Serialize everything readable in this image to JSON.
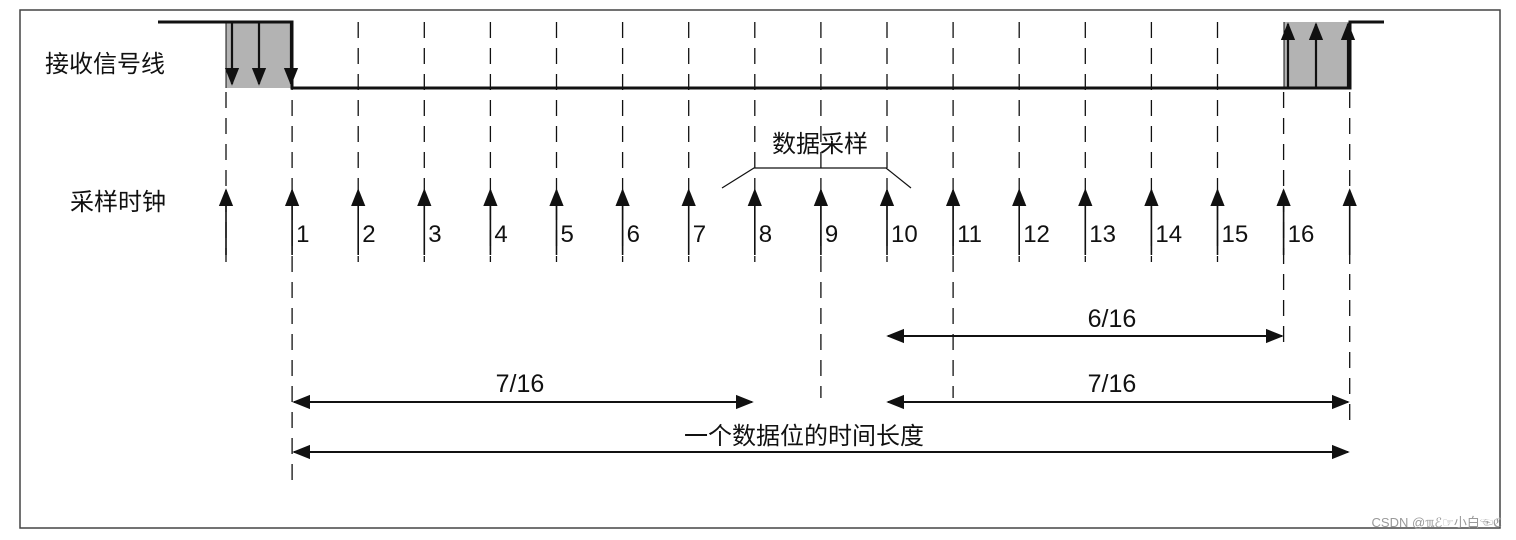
{
  "labels": {
    "receive_line": "接收信号线",
    "sample_clock": "采样时钟",
    "data_sampling": "数据采样",
    "bit_time": "一个数据位的时间长度"
  },
  "clock_numbers": [
    "1",
    "2",
    "3",
    "4",
    "5",
    "6",
    "7",
    "8",
    "9",
    "10",
    "11",
    "12",
    "13",
    "14",
    "15",
    "16"
  ],
  "intervals": {
    "start_to_8": "7/16",
    "10_to_16": "6/16",
    "10_to_end": "7/16"
  },
  "watermark": "CSDN @ℼℰ☞小白☜ℭ",
  "colors": {
    "line": "#111111",
    "shade": "#b3b3b3",
    "frame": "#444444"
  }
}
